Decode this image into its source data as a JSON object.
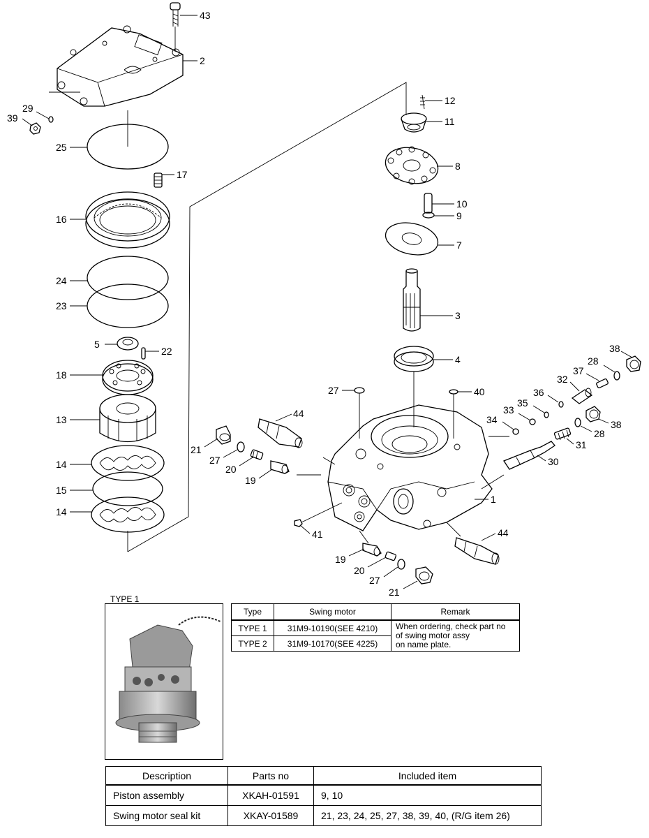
{
  "callouts": {
    "c43": "43",
    "c2": "2",
    "c29": "29",
    "c39": "39",
    "c25": "25",
    "c17": "17",
    "c16": "16",
    "c24": "24",
    "c23": "23",
    "c5": "5",
    "c22": "22",
    "c18": "18",
    "c13": "13",
    "c14a": "14",
    "c15": "15",
    "c14b": "14",
    "c12": "12",
    "c11": "11",
    "c8": "8",
    "c10": "10",
    "c9": "9",
    "c7": "7",
    "c3": "3",
    "c4": "4",
    "c27a": "27",
    "c40": "40",
    "c44a": "44",
    "c38a": "38",
    "c28a": "28",
    "c37": "37",
    "c32": "32",
    "c36": "36",
    "c35": "35",
    "c33": "33",
    "c34": "34",
    "c38b": "38",
    "c28b": "28",
    "c31": "31",
    "c30": "30",
    "c1": "1",
    "c21a": "21",
    "c27b": "27",
    "c20a": "20",
    "c19a": "19",
    "c41": "41",
    "c44b": "44",
    "c19b": "19",
    "c20b": "20",
    "c27c": "27",
    "c21b": "21"
  },
  "type_label": "TYPE 1",
  "type_table": {
    "headers": [
      "Type",
      "Swing motor",
      "Remark"
    ],
    "rows": [
      {
        "type": "TYPE 1",
        "motor": "31M9-10190(SEE 4210)"
      },
      {
        "type": "TYPE 2",
        "motor": "31M9-10170(SEE 4225)"
      }
    ],
    "remark_lines": [
      "When ordering, check part no",
      "of swing motor assy",
      "on name plate."
    ]
  },
  "parts_table": {
    "headers": [
      "Description",
      "Parts no",
      "Included item"
    ],
    "rows": [
      {
        "description": "Piston assembly",
        "parts_no": "XKAH-01591",
        "included": "9, 10"
      },
      {
        "description": "Swing motor seal kit",
        "parts_no": "XKAY-01589",
        "included": "21, 23, 24, 25, 27, 38, 39, 40, (R/G item 26)"
      }
    ]
  }
}
